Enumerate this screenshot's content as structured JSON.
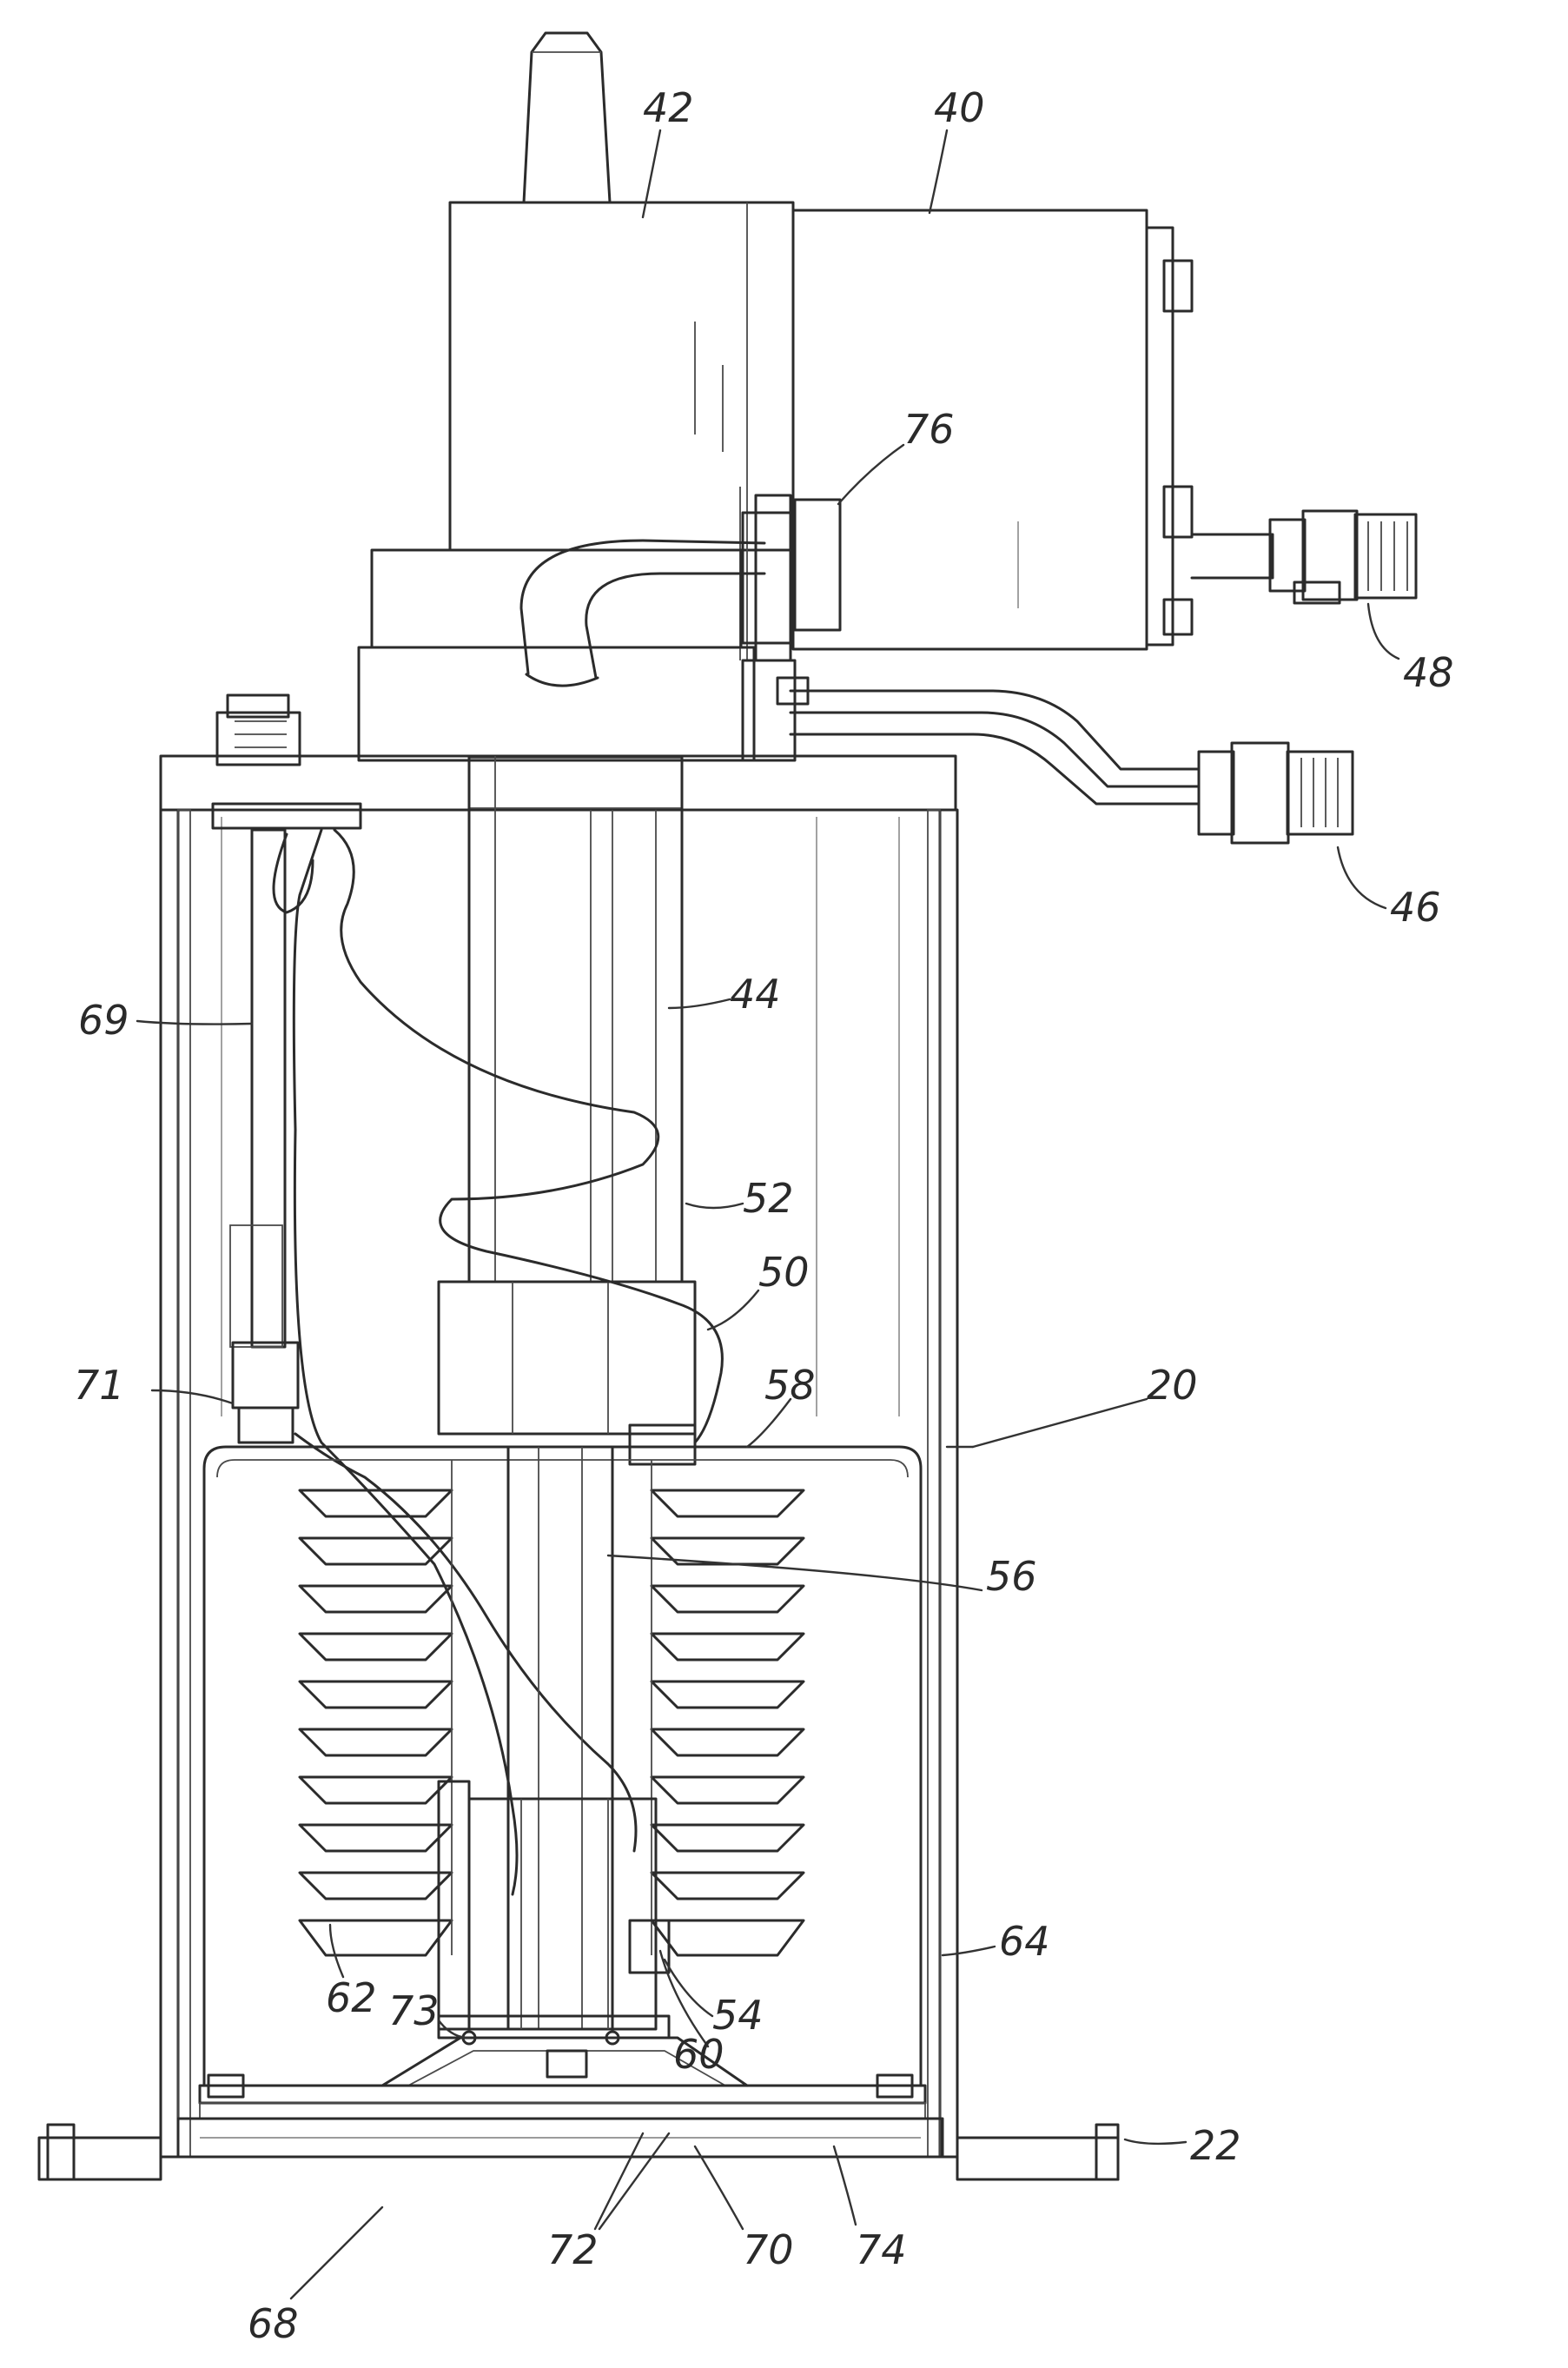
{
  "labels": {
    "n20": "20",
    "n22": "22",
    "n40": "40",
    "n42": "42",
    "n44": "44",
    "n46": "46",
    "n48": "48",
    "n50": "50",
    "n52": "52",
    "n54": "54",
    "n56": "56",
    "n58": "58",
    "n60": "60",
    "n62": "62",
    "n64": "64",
    "n68": "68",
    "n69": "69",
    "n70": "70",
    "n71": "71",
    "n72": "72",
    "n73": "73",
    "n74": "74",
    "n76": "76"
  }
}
